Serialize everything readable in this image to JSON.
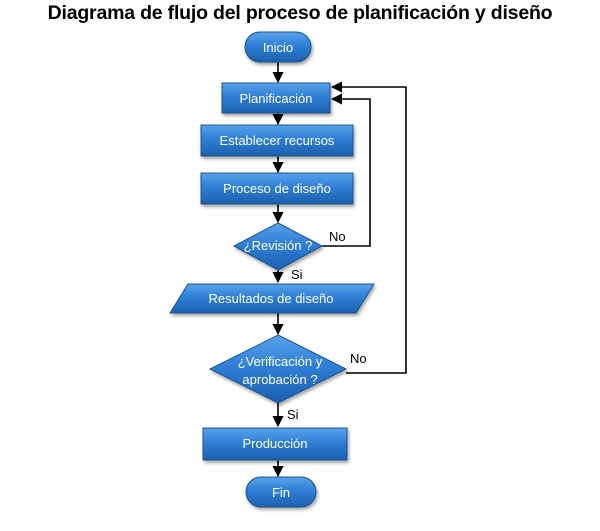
{
  "title": "Diagrama de flujo del proceso de planificación  y diseño",
  "colors": {
    "node_fill": "#2f7fd6",
    "node_fill_light": "#5aa2ea",
    "node_fill_dark": "#1d5fae",
    "node_stroke": "#1a5291",
    "text": "#ffffff",
    "line": "#000000"
  },
  "nodes": {
    "inicio": "Inicio",
    "planificacion": "Planificación",
    "establecer": "Establecer recursos",
    "proceso": "Proceso de diseño",
    "revision": "¿Revisión ?",
    "resultados": "Resultados de diseño",
    "verificacion_1": "¿Verificación y",
    "verificacion_2": "aprobación ?",
    "produccion": "Producción",
    "fin": "Fin"
  },
  "edges": {
    "revision_no": "No",
    "revision_si": "Si",
    "verificacion_no": "No",
    "verificacion_si": "Si"
  }
}
